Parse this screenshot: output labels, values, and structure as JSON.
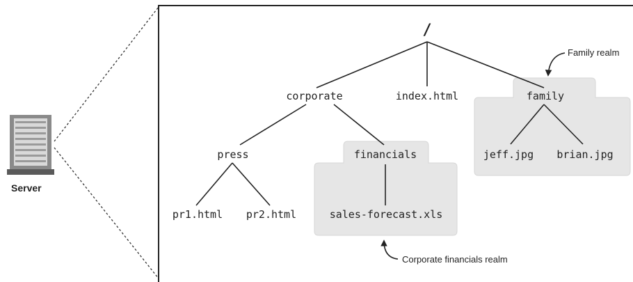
{
  "server": {
    "label": "Server",
    "icon": "server-icon"
  },
  "tree": {
    "root": "/",
    "nodes": {
      "corporate": "corporate",
      "index": "index.html",
      "family": "family",
      "press": "press",
      "financials": "financials",
      "jeff": "jeff.jpg",
      "brian": "brian.jpg",
      "pr1": "pr1.html",
      "pr2": "pr2.html",
      "sales": "sales-forecast.xls"
    }
  },
  "realms": {
    "family": "Family realm",
    "financials": "Corporate financials realm"
  },
  "colors": {
    "realm_fill": "#e6e6e6",
    "line": "#222222"
  }
}
